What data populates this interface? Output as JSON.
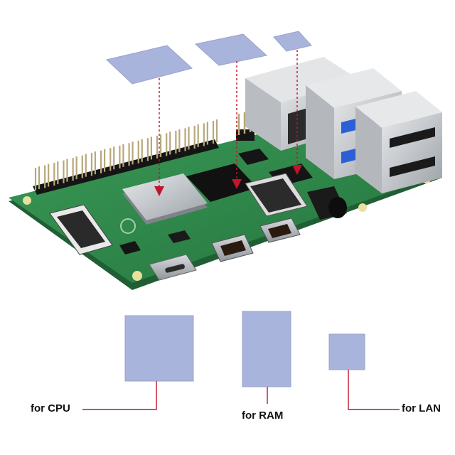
{
  "labels": {
    "cpu": "for CPU",
    "ram": "for RAM",
    "lan": "for LAN"
  },
  "colors": {
    "pad_fill": "#a9b4dc",
    "leader_line": "#c0152a",
    "board_green": "#2f8a4b",
    "background": "#ffffff"
  }
}
